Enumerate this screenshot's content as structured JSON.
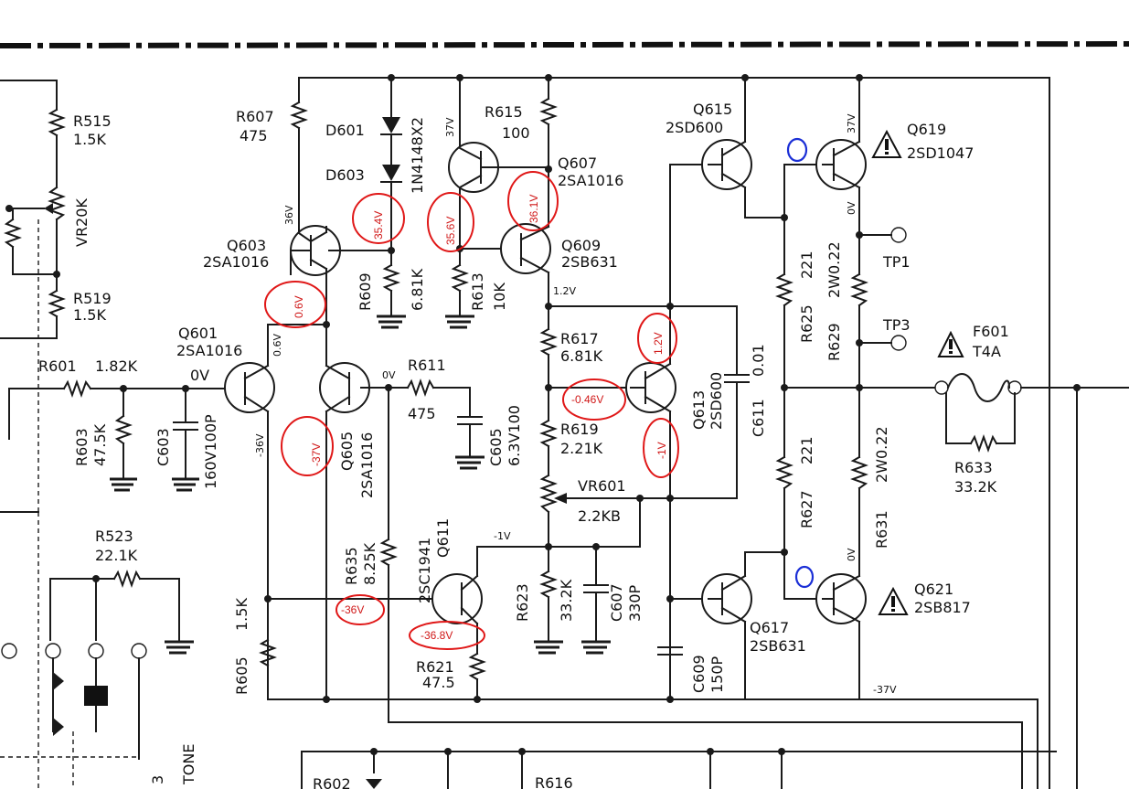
{
  "components": {
    "R515": {
      "ref": "R515",
      "value": "1.5K"
    },
    "VR20K": {
      "ref": "VR20K"
    },
    "R519": {
      "ref": "R519",
      "value": "1.5K"
    },
    "R601": {
      "ref": "R601",
      "value": "1.82K"
    },
    "R603": {
      "ref": "R603",
      "value": "47.5K"
    },
    "C603": {
      "ref": "C603",
      "value": "160V100P"
    },
    "R523": {
      "ref": "R523",
      "value": "22.1K"
    },
    "R605": {
      "ref": "R605",
      "value": "1.5K"
    },
    "R607": {
      "ref": "R607",
      "value": "475"
    },
    "D601": {
      "ref": "D601"
    },
    "D603": {
      "ref": "D603"
    },
    "diode_part": "1N4148X2",
    "R609": {
      "ref": "R609",
      "value": "6.81K"
    },
    "R611": {
      "ref": "R611",
      "value": "475"
    },
    "C605": {
      "ref": "C605",
      "value": "6.3V100"
    },
    "R613": {
      "ref": "R613",
      "value": "10K"
    },
    "R615": {
      "ref": "R615",
      "value": "100"
    },
    "R617": {
      "ref": "R617",
      "value": "6.81K"
    },
    "R619": {
      "ref": "R619",
      "value": "2.21K"
    },
    "VR601": {
      "ref": "VR601",
      "value": "2.2KB"
    },
    "R621": {
      "ref": "R621",
      "value": "47.5"
    },
    "R623": {
      "ref": "R623",
      "value": "33.2K"
    },
    "C607": {
      "ref": "C607",
      "value": "330P"
    },
    "C609": {
      "ref": "C609",
      "value": "150P"
    },
    "C611": {
      "ref": "C611",
      "value": "0.01"
    },
    "R625": {
      "ref": "R625",
      "value": "221"
    },
    "R627": {
      "ref": "R627",
      "value": "221"
    },
    "R629": {
      "ref": "R629",
      "value": "2W0.22"
    },
    "R631": {
      "ref": "R631",
      "value": "2W0.22"
    },
    "R633": {
      "ref": "R633",
      "value": "33.2K"
    },
    "R635": {
      "ref": "R635",
      "value": "8.25K"
    },
    "F601": {
      "ref": "F601",
      "value": "T4A"
    },
    "TP1": {
      "ref": "TP1"
    },
    "TP3": {
      "ref": "TP3"
    },
    "R616": {
      "ref": "R616"
    },
    "R602_partial": "R602",
    "bottom_partial_a": "3",
    "bottom_partial_b": "TONE"
  },
  "transistors": {
    "Q601": {
      "ref": "Q601",
      "part": "2SA1016"
    },
    "Q603": {
      "ref": "Q603",
      "part": "2SA1016"
    },
    "Q605": {
      "ref": "Q605",
      "part": "2SA1016"
    },
    "Q607": {
      "ref": "Q607",
      "part": "2SA1016"
    },
    "Q609": {
      "ref": "Q609",
      "part": "2SB631"
    },
    "Q611": {
      "ref": "Q611",
      "part": "2SC1941"
    },
    "Q613": {
      "ref": "Q613",
      "part": "2SD600"
    },
    "Q615": {
      "ref": "Q615",
      "part": "2SD600"
    },
    "Q617": {
      "ref": "Q617",
      "part": "2SB631"
    },
    "Q619": {
      "ref": "Q619",
      "part": "2SD1047"
    },
    "Q621": {
      "ref": "Q621",
      "part": "2SB817"
    }
  },
  "printed_voltages": {
    "q603_base": "36V",
    "q601_base": "0V",
    "q605_base": "0V",
    "q605_emit": "0.6V",
    "q601_col": "-36V",
    "q607_emit": "37V",
    "q609_col": "1.2V",
    "q611_base": "-1V",
    "q619_col": "37V",
    "q619_emit": "0V",
    "q621_emit": "0V",
    "neg_rail": "-37V"
  },
  "handwritten_annotations": {
    "a1": "0.6V",
    "a2": "35.4V",
    "a3": "35.6V",
    "a4": "36.1V",
    "a5": "1.2V",
    "a6": "-0.46V",
    "a7": "-1V",
    "a8": "-37V",
    "a9": "-36V",
    "a10": "-36.8V"
  },
  "colors": {
    "annotation_red": "#e01818",
    "marker_blue": "#1b2fd6",
    "ink": "#1a1a1a"
  }
}
